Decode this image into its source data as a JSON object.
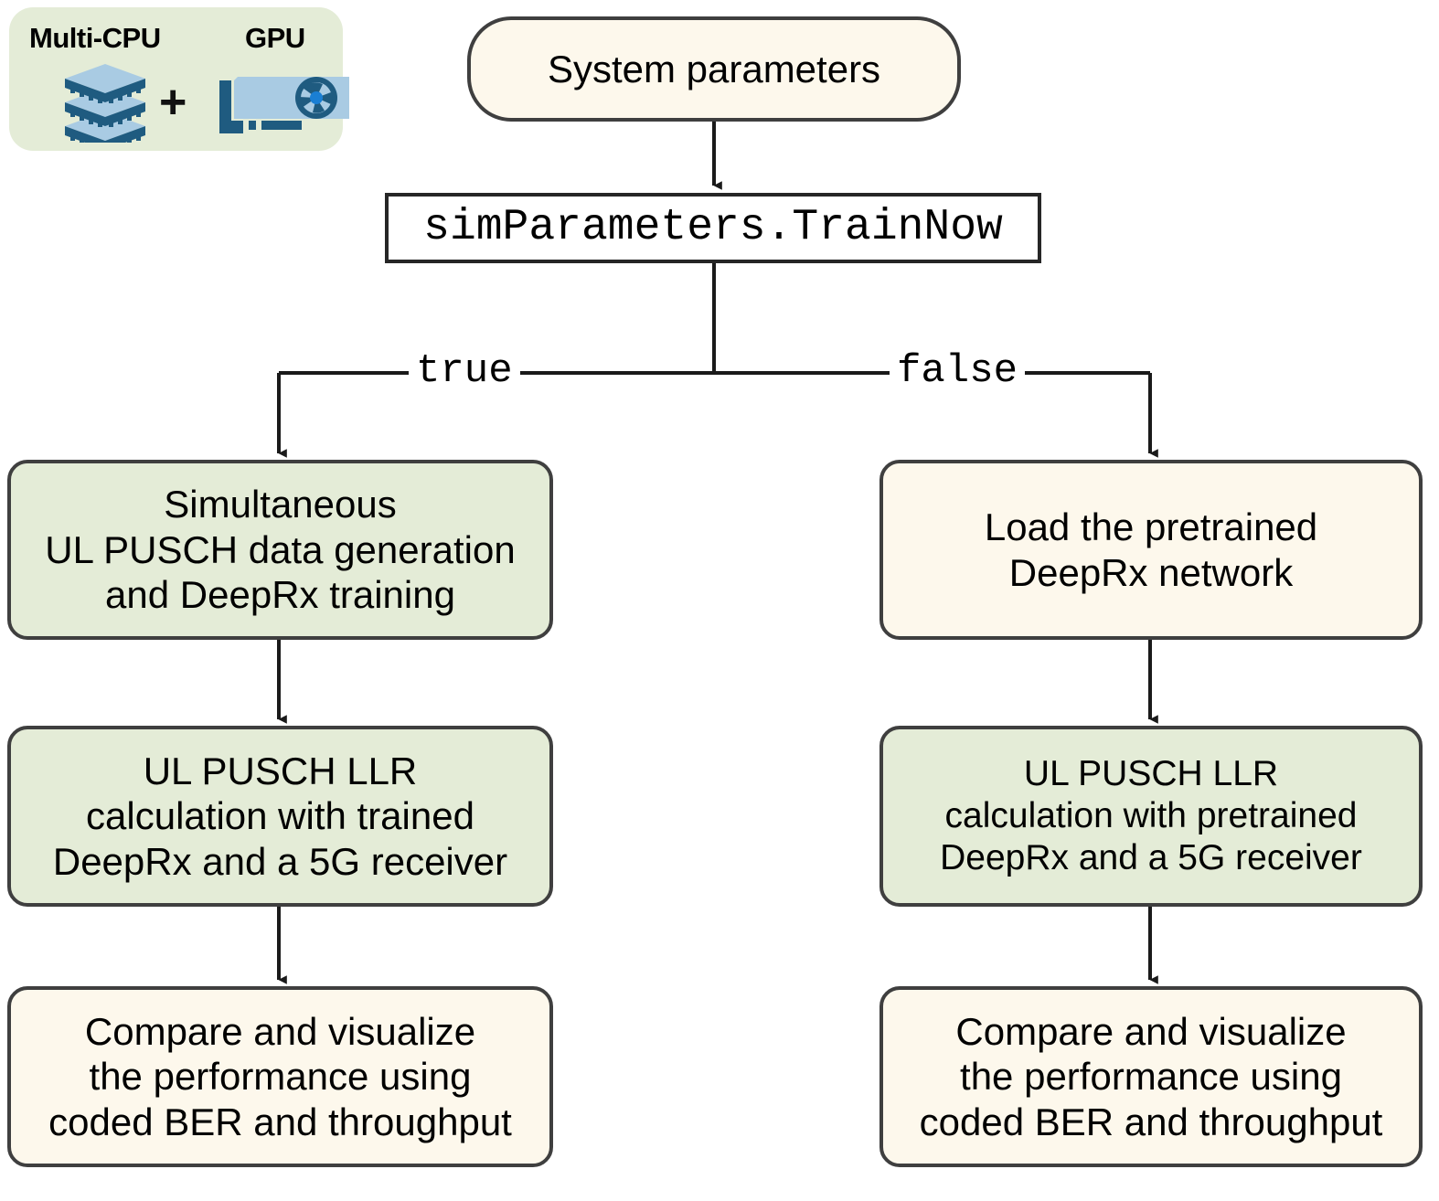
{
  "legend": {
    "panel_bg": "#e4ecd7",
    "cpu_label": "Multi-CPU",
    "gpu_label": "GPU",
    "plus": "+",
    "cpu_icon": "cpu-stack-icon",
    "gpu_icon": "gpu-card-icon"
  },
  "colors": {
    "green_fill": "#e4ecd7",
    "cream_fill": "#fdf8ec",
    "white_fill": "#ffffff",
    "node_border": "#3f3f3f",
    "rect_border": "#262626",
    "wire": "#1a1a1a",
    "icon_light": "#a9cbe3",
    "icon_dark": "#1f5b80",
    "icon_accent": "#1a7fd4"
  },
  "flow": {
    "start_node": "System parameters",
    "decision_node": "simParameters.TrainNow",
    "branch_true": "true",
    "branch_false": "false",
    "left_branch": [
      "Simultaneous\nUL PUSCH data generation\nand DeepRx training",
      "UL PUSCH LLR\ncalculation with trained\nDeepRx and a 5G receiver",
      "Compare and visualize\nthe performance using\ncoded BER and throughput"
    ],
    "right_branch": [
      "Load the pretrained\nDeepRx network",
      "UL PUSCH LLR\ncalculation with pretrained\nDeepRx and a 5G receiver",
      "Compare and visualize\nthe performance using\ncoded BER and throughput"
    ]
  }
}
